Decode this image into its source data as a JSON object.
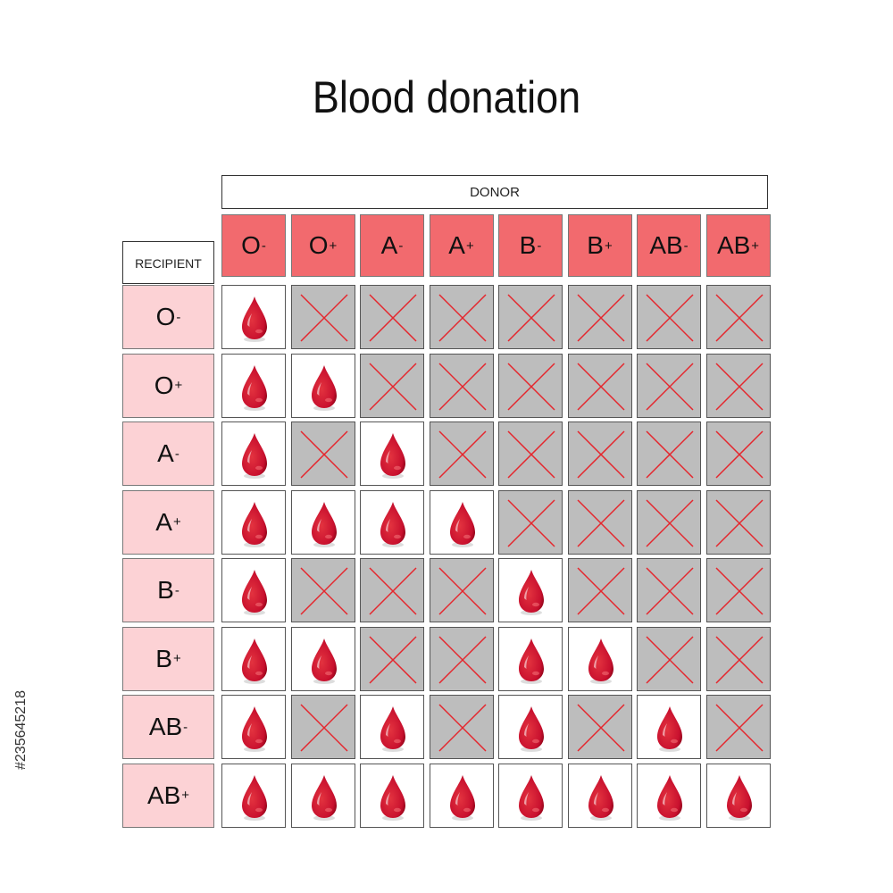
{
  "title": "Blood donation",
  "donor_header": "DONOR",
  "recipient_header": "RECIPIENT",
  "donor_types": [
    {
      "base": "O",
      "sign": "-"
    },
    {
      "base": "O",
      "sign": "+"
    },
    {
      "base": "A",
      "sign": "-"
    },
    {
      "base": "A",
      "sign": "+"
    },
    {
      "base": "B",
      "sign": "-"
    },
    {
      "base": "B",
      "sign": "+"
    },
    {
      "base": "AB",
      "sign": "-"
    },
    {
      "base": "AB",
      "sign": "+"
    }
  ],
  "recipient_types": [
    {
      "base": "O",
      "sign": "-"
    },
    {
      "base": "O",
      "sign": "+"
    },
    {
      "base": "A",
      "sign": "-"
    },
    {
      "base": "A",
      "sign": "+"
    },
    {
      "base": "B",
      "sign": "-"
    },
    {
      "base": "B",
      "sign": "+"
    },
    {
      "base": "AB",
      "sign": "-"
    },
    {
      "base": "AB",
      "sign": "+"
    }
  ],
  "compatibility": [
    [
      1,
      0,
      0,
      0,
      0,
      0,
      0,
      0
    ],
    [
      1,
      1,
      0,
      0,
      0,
      0,
      0,
      0
    ],
    [
      1,
      0,
      1,
      0,
      0,
      0,
      0,
      0
    ],
    [
      1,
      1,
      1,
      1,
      0,
      0,
      0,
      0
    ],
    [
      1,
      0,
      0,
      0,
      1,
      0,
      0,
      0
    ],
    [
      1,
      1,
      0,
      0,
      1,
      1,
      0,
      0
    ],
    [
      1,
      0,
      1,
      0,
      1,
      0,
      1,
      0
    ],
    [
      1,
      1,
      1,
      1,
      1,
      1,
      1,
      1
    ]
  ],
  "icons": {
    "compatible": "blood-drop-icon",
    "incompatible": "cross-icon"
  },
  "colors": {
    "donor_header_bg": "#f26a6e",
    "recipient_bg": "#fcd2d5",
    "incompatible_bg": "#bdbdbd",
    "cross": "#e5262d",
    "drop": "#c8102e"
  },
  "side_id": "#235645218"
}
